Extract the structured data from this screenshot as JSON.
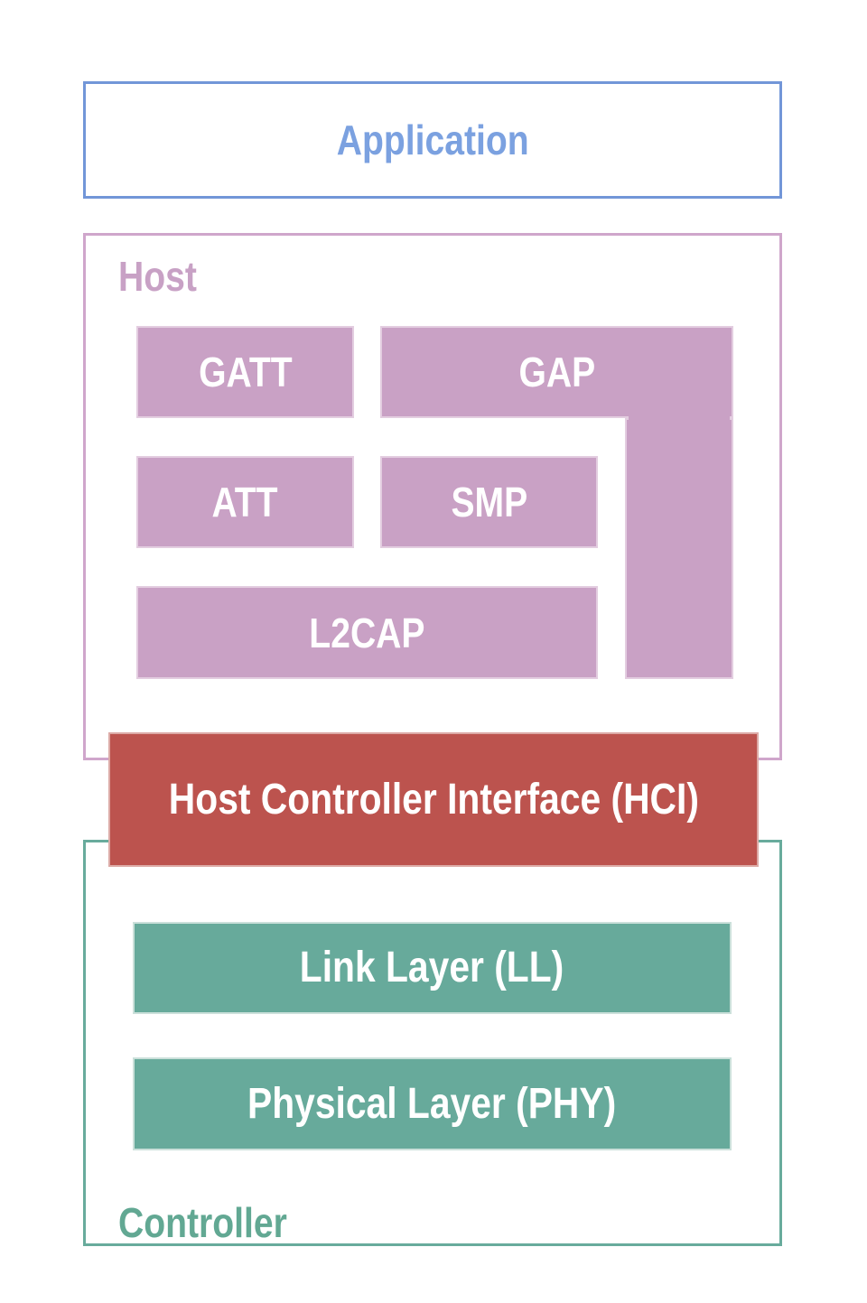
{
  "application": {
    "label": "Application"
  },
  "host": {
    "label": "Host",
    "blocks": {
      "gatt": "GATT",
      "gap": "GAP",
      "att": "ATT",
      "smp": "SMP",
      "l2cap": "L2CAP"
    }
  },
  "hci": {
    "label": "Host Controller Interface (HCI)"
  },
  "controller": {
    "label": "Controller",
    "blocks": {
      "link_layer": "Link Layer (LL)",
      "physical_layer": "Physical Layer (PHY)"
    }
  },
  "colors": {
    "application_border": "#7296d8",
    "application_text": "#7ba1e0",
    "host_border": "#cfa6cb",
    "host_text": "#c8a1c5",
    "host_block_fill": "#c9a1c5",
    "host_block_edge": "#e3cde0",
    "hci_fill": "#bc534e",
    "hci_edge": "#dcaaa6",
    "controller_border": "#68ab9c",
    "controller_text": "#62a893",
    "controller_block_fill": "#67aa9b",
    "controller_block_edge": "#cbe0da",
    "block_text": "#ffffff",
    "background": "#ffffff"
  }
}
